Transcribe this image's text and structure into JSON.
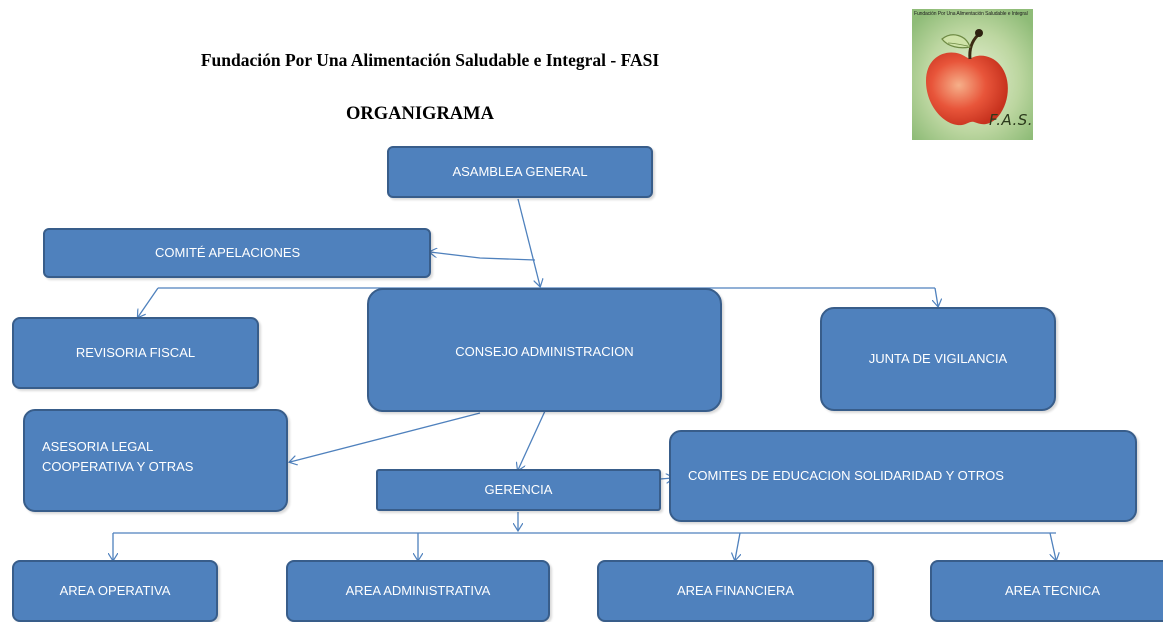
{
  "header": {
    "title": "Fundación Por Una Alimentación Saludable e Integral - FASI",
    "subtitle": "ORGANIGRAMA"
  },
  "logo": {
    "caption": "Fundación Por Una Alimentación Saludable e Integral",
    "text": "F.A.S.I"
  },
  "nodes": {
    "asamblea_general": "ASAMBLEA GENERAL",
    "comite_apelaciones": "COMITÉ APELACIONES",
    "revisoria_fiscal": "REVISORIA  FISCAL",
    "consejo_administracion": "CONSEJO ADMINISTRACION",
    "junta_vigilancia": "JUNTA  DE VIGILANCIA",
    "asesoria_legal_line1": "ASESORIA LEGAL",
    "asesoria_legal_line2": "COOPERATIVA Y OTRAS",
    "gerencia": "GERENCIA",
    "comites": "COMITES DE EDUCACION  SOLIDARIDAD Y OTROS",
    "area_operativa": "AREA OPERATIVA",
    "area_administrativa": "AREA ADMINISTRATIVA",
    "area_financiera": "AREA FINANCIERA",
    "area_tecnica": "AREA TECNICA"
  },
  "colors": {
    "box_fill": "#4f81bd",
    "box_border": "#385d8a",
    "connector": "#4f81bd"
  }
}
